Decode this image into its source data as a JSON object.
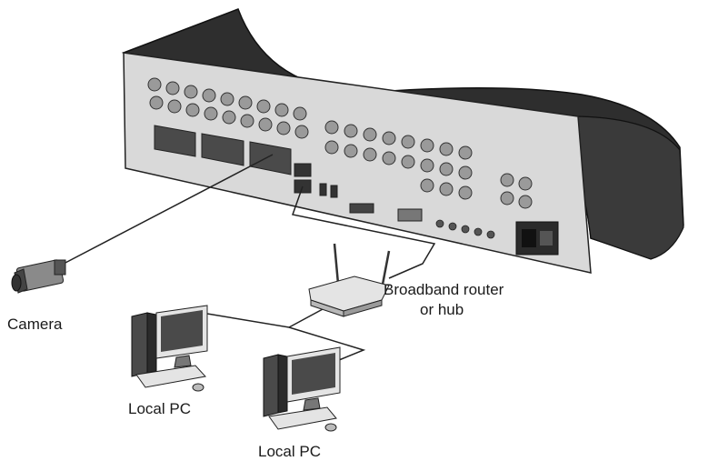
{
  "labels": {
    "camera": "Camera",
    "router_line1": "Broadband router",
    "router_line2": "or hub",
    "pc_1": "Local PC",
    "pc_2": "Local PC"
  },
  "colors": {
    "dvr_top": "#2e2e2e",
    "dvr_panel": "#d9d9d9",
    "line": "#222222",
    "device_light": "#e4e4e4",
    "device_dark": "#3a3a3a"
  }
}
